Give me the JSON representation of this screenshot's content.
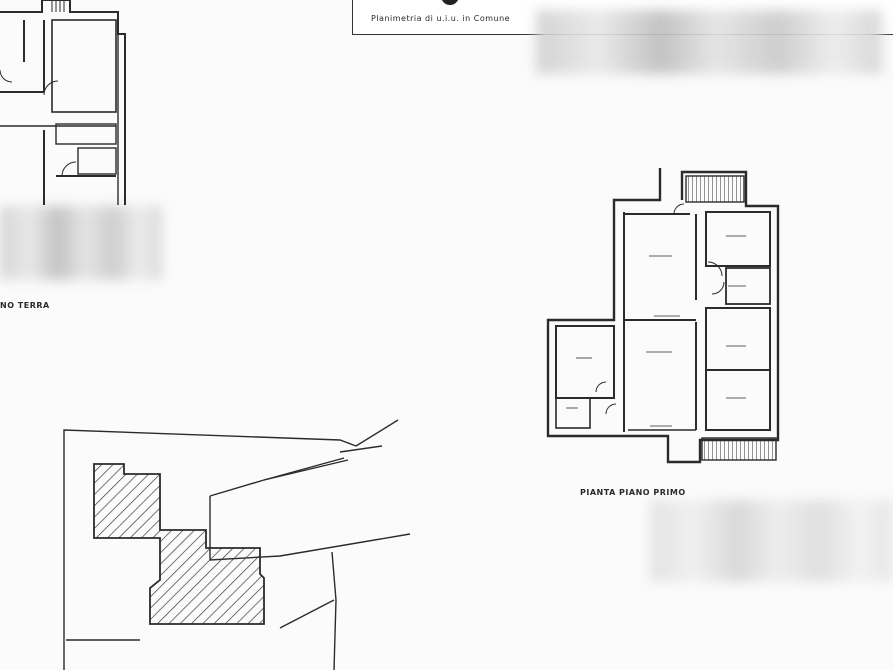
{
  "header": {
    "caption": "Planimetria di u.i.u. in Comune"
  },
  "floor_plans": {
    "ground_label_partial": "NO TERRA",
    "first_floor_label": "PIANTA PIANO PRIMO"
  },
  "colors": {
    "line": "#2b2b2b",
    "paper": "#fbfbfb",
    "hatch": "#3a3a3a"
  }
}
